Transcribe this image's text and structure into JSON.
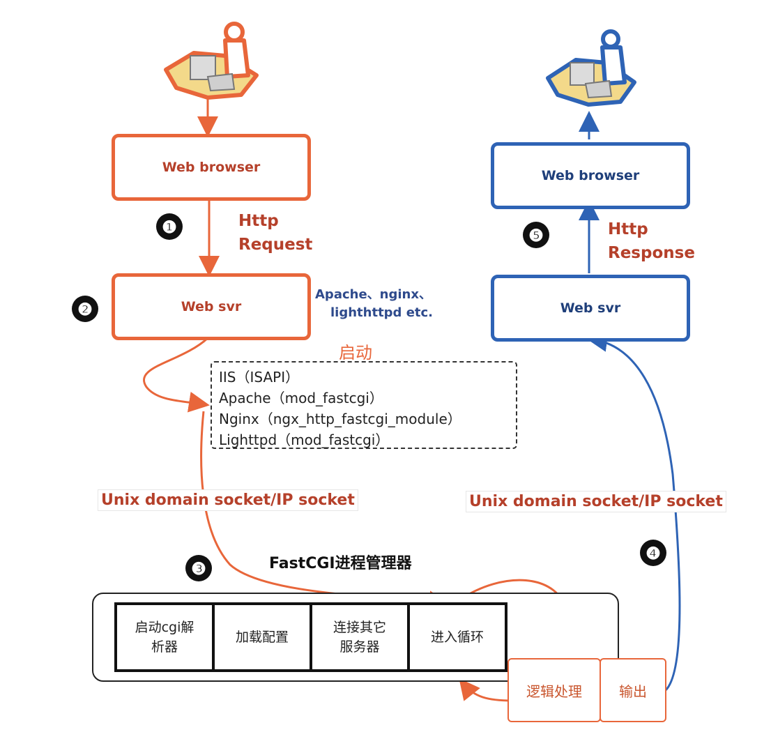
{
  "left": {
    "browser_label": "Web browser",
    "request_label_line1": "Http",
    "request_label_line2": "Request",
    "server_label": "Web svr",
    "step1": "❶",
    "step2": "❷"
  },
  "servers_note_line1": "Apache、nginx、",
  "servers_note_line2": "lighthttpd etc.",
  "launch_label": "启动",
  "modules": [
    "IIS（ISAPI）",
    "Apache（mod_fastcgi）",
    "Nginx（ngx_http_fastcgi_module）",
    "Lighttpd（mod_fastcgi）"
  ],
  "left_socket_label": "Unix domain socket/IP socket",
  "right_socket_label": "Unix domain socket/IP socket",
  "step3": "❸",
  "step4": "❹",
  "manager_title": "FastCGI进程管理器",
  "manager_cells": [
    {
      "line1": "启动cgi解",
      "line2": "析器"
    },
    {
      "line1": "加载配置",
      "line2": ""
    },
    {
      "line1": "连接其它",
      "line2": "服务器"
    },
    {
      "line1": "进入循环",
      "line2": ""
    }
  ],
  "logic_label": "逻辑处理",
  "output_label": "输出",
  "right": {
    "browser_label": "Web browser",
    "response_label_line1": "Http",
    "response_label_line2": "Response",
    "server_label": "Web svr",
    "step5": "❺"
  },
  "colors": {
    "orange": "#e8663a",
    "blue": "#2e63b5",
    "dark_red_text": "#b5402a"
  },
  "icons": [
    "user-at-computer-icon",
    "user-at-computer-icon"
  ]
}
